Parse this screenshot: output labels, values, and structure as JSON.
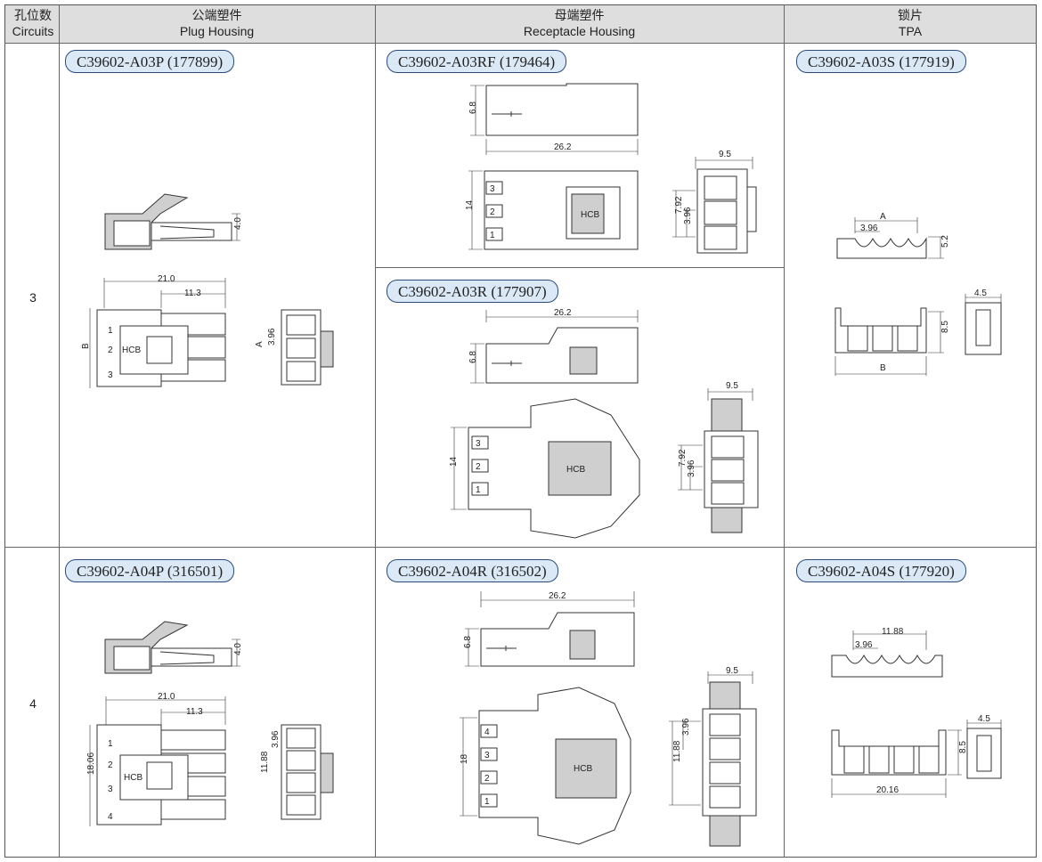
{
  "header": {
    "circuits_cn": "孔位数",
    "circuits_en": "Circuits",
    "plug_cn": "公端塑件",
    "plug_en": "Plug Housing",
    "receptacle_cn": "母端塑件",
    "receptacle_en": "Receptacle Housing",
    "tpa_cn": "锁片",
    "tpa_en": "TPA"
  },
  "rows": [
    {
      "circuits": "3",
      "plug_part": "C39602-A03P (177899)",
      "receptacle_parts": [
        "C39602-A03RF  (179464)",
        "C39602-A03R  (177907)"
      ],
      "tpa_part": "C39602-A03S (177919)"
    },
    {
      "circuits": "4",
      "plug_part": "C39602-A04P (316501)",
      "receptacle_parts": [
        "C39602-A04R  (316502)"
      ],
      "tpa_part": "C39602-A04S (177920)"
    }
  ],
  "dims": {
    "d4_0": "4.0",
    "d21_0": "21.0",
    "d11_3": "11.3",
    "d3_96": "3.96",
    "d6_8": "6.8",
    "d26_2": "26.2",
    "d9_5": "9.5",
    "d14": "14",
    "d18": "18",
    "d7_92": "7.92",
    "d5_2": "5.2",
    "d4_5": "4.5",
    "d8_5": "8.5",
    "d11_88": "11.88",
    "d18_06": "18.06",
    "d20_16": "20.16",
    "lblA": "A",
    "lblB": "B",
    "hcb": "HCB",
    "p1": "1",
    "p2": "2",
    "p3": "3",
    "p4": "4"
  }
}
